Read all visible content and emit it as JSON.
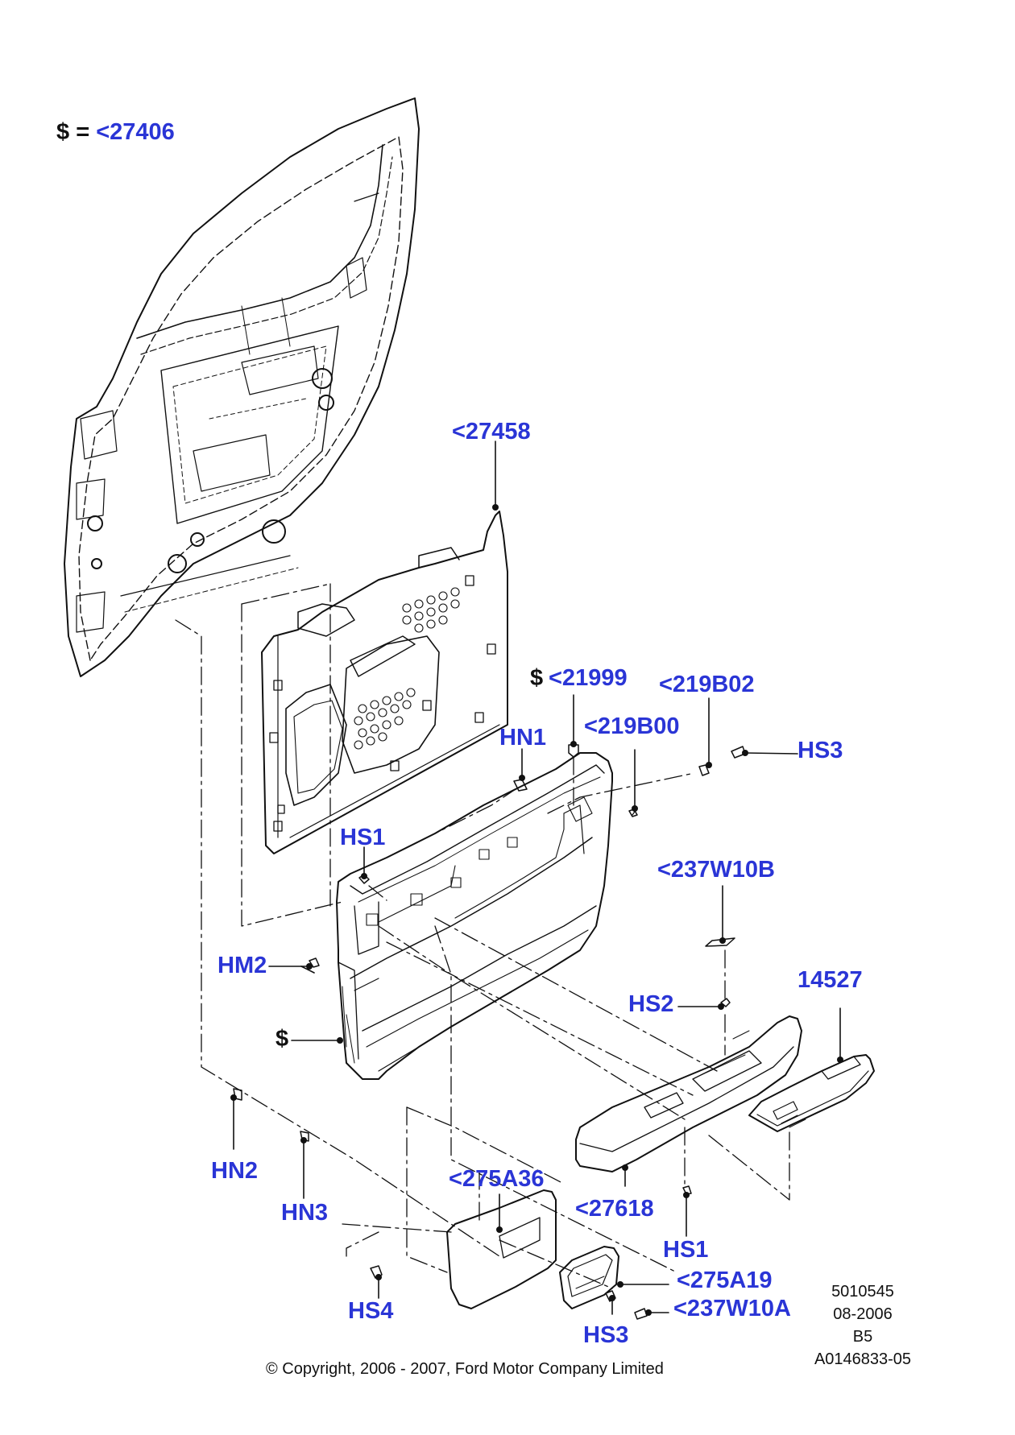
{
  "legend": {
    "symbol": "$",
    "equals": "=",
    "ref": "<27406"
  },
  "labels": {
    "l27458": "<27458",
    "l21999": "<21999",
    "l219B02": "<219B02",
    "l219B00": "<219B00",
    "lHN1": "HN1",
    "lHS3a": "HS3",
    "lHS1a": "HS1",
    "l237W10B": "<237W10B",
    "lHM2": "HM2",
    "l14527": "14527",
    "lHS2": "HS2",
    "lHN2": "HN2",
    "lHN3": "HN3",
    "l275A36": "<275A36",
    "l27618": "<27618",
    "lHS1b": "HS1",
    "l275A19": "<275A19",
    "l237W10A": "<237W10A",
    "lHS4": "HS4",
    "lHS3b": "HS3"
  },
  "dollar_marks": {
    "d21999": "$",
    "dTrim": "$"
  },
  "meta": {
    "number": "5010545",
    "date": "08-2006",
    "rev": "B5",
    "illustration": "A0146833-05"
  },
  "copyright": "© Copyright, 2006 - 2007, Ford Motor Company Limited",
  "colors": {
    "label": "#2a35d6",
    "line": "#111111"
  }
}
